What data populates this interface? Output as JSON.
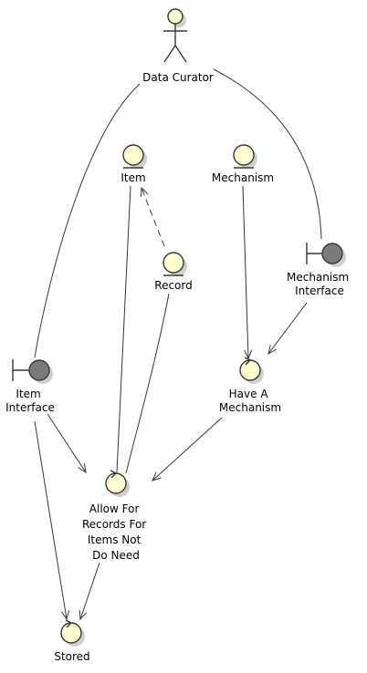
{
  "nodes": {
    "data_curator": {
      "kind": "actor",
      "label": [
        "Data Curator"
      ]
    },
    "item": {
      "kind": "entity",
      "label": [
        "Item"
      ]
    },
    "mechanism": {
      "kind": "entity",
      "label": [
        "Mechanism"
      ]
    },
    "record": {
      "kind": "entity",
      "label": [
        "Record"
      ]
    },
    "mechanism_interface": {
      "kind": "boundary",
      "label": [
        "Mechanism",
        "Interface"
      ]
    },
    "item_interface": {
      "kind": "boundary",
      "label": [
        "Item",
        "Interface"
      ]
    },
    "have_a_mechanism": {
      "kind": "control",
      "label": [
        "Have A",
        "Mechanism"
      ]
    },
    "allow_for_records": {
      "kind": "control",
      "label": [
        "Allow For",
        "Records For",
        "Items Not",
        "Do Need"
      ]
    },
    "stored": {
      "kind": "control",
      "label": [
        "Stored"
      ]
    }
  },
  "edges": [
    {
      "from": "data_curator",
      "to": "item_interface",
      "style": "solid",
      "arrow": "none"
    },
    {
      "from": "data_curator",
      "to": "mechanism_interface",
      "style": "solid",
      "arrow": "none"
    },
    {
      "from": "record",
      "to": "item",
      "style": "dashed",
      "arrow": "to"
    },
    {
      "from": "item",
      "to": "allow_for_records",
      "style": "solid",
      "arrow": "none"
    },
    {
      "from": "record",
      "to": "allow_for_records",
      "style": "solid",
      "arrow": "none"
    },
    {
      "from": "mechanism",
      "to": "have_a_mechanism",
      "style": "solid",
      "arrow": "to"
    },
    {
      "from": "mechanism_interface",
      "to": "have_a_mechanism",
      "style": "solid",
      "arrow": "to"
    },
    {
      "from": "have_a_mechanism",
      "to": "allow_for_records",
      "style": "solid",
      "arrow": "to"
    },
    {
      "from": "item_interface",
      "to": "allow_for_records",
      "style": "solid",
      "arrow": "to"
    },
    {
      "from": "item_interface",
      "to": "stored",
      "style": "solid",
      "arrow": "to"
    },
    {
      "from": "allow_for_records",
      "to": "stored",
      "style": "solid",
      "arrow": "to"
    }
  ]
}
